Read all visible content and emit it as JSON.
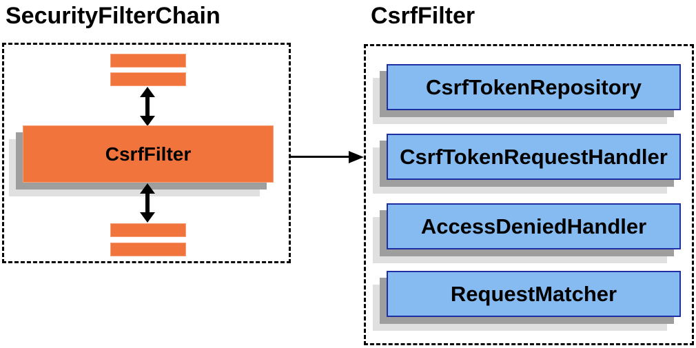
{
  "titles": {
    "left": "SecurityFilterChain",
    "right": "CsrfFilter"
  },
  "security_filter_chain": {
    "filter_node_label": "CsrfFilter",
    "placeholder_bars": [
      "",
      "",
      "",
      ""
    ]
  },
  "csrf_filter_panel": {
    "components": [
      "CsrfTokenRepository",
      "CsrfTokenRequestHandler",
      "AccessDeniedHandler",
      "RequestMatcher"
    ]
  },
  "colors": {
    "orange_fill": "#F0743C",
    "orange_border": "#F7A078",
    "blue_fill": "#85BBF0",
    "blue_border": "#1D2FA3",
    "shadow_dark": "#9E9E9E",
    "shadow_light": "#E0E0E0",
    "arrow": "#000000",
    "dashed_border": "#000000",
    "text": "#000000"
  }
}
